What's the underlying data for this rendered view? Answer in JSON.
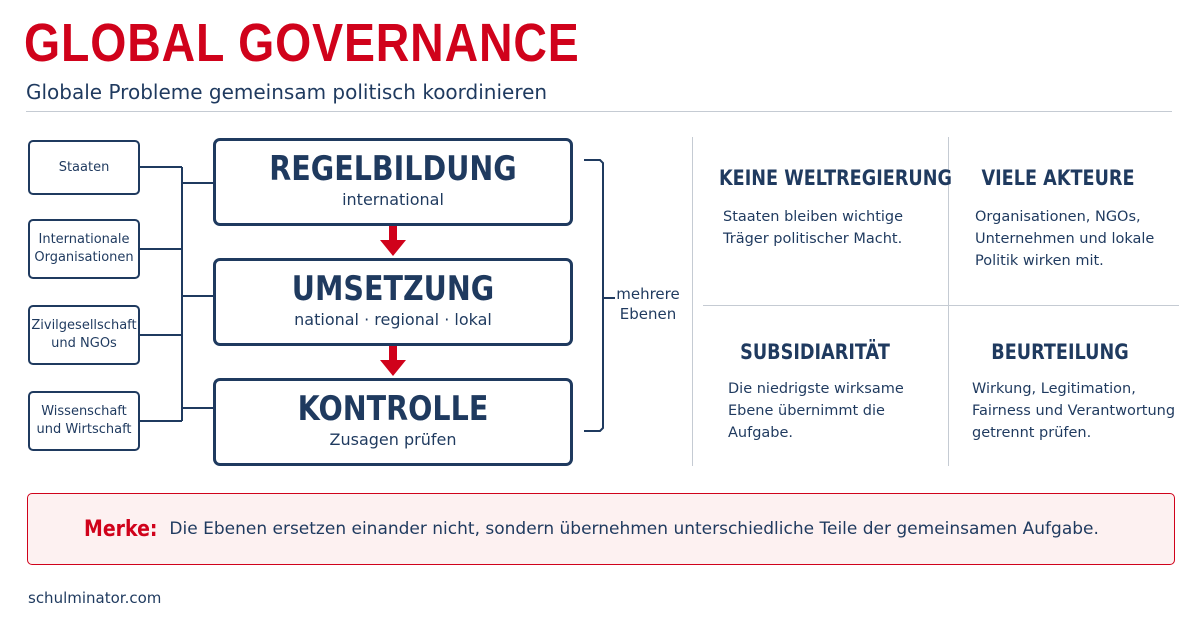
{
  "header": {
    "title": "GLOBAL GOVERNANCE",
    "subtitle": "Globale Probleme gemeinsam politisch koordinieren"
  },
  "actors": [
    {
      "label": "Staaten"
    },
    {
      "label": "Internationale Organisationen"
    },
    {
      "label": "Zivilgesellschaft und NGOs"
    },
    {
      "label": "Wissenschaft und Wirtschaft"
    }
  ],
  "stages": [
    {
      "title": "REGELBILDUNG",
      "subtitle": "international"
    },
    {
      "title": "UMSETZUNG",
      "subtitle": "national · regional · lokal"
    },
    {
      "title": "KONTROLLE",
      "subtitle": "Zusagen prüfen"
    }
  ],
  "levels_label": "mehrere Ebenen",
  "cards": [
    {
      "title": "KEINE WELTREGIERUNG",
      "text": "Staaten bleiben wichtige Träger politischer Macht."
    },
    {
      "title": "VIELE AKTEURE",
      "text": "Organisationen, NGOs, Unternehmen und lokale Politik wirken mit."
    },
    {
      "title": "SUBSIDIARITÄT",
      "text": "Die niedrigste wirksame Ebene übernimmt die Aufgabe."
    },
    {
      "title": "BEURTEILUNG",
      "text": "Wirkung, Legitimation, Fairness und Verantwortung getrennt prüfen."
    }
  ],
  "note": {
    "label": "Merke:",
    "text": "Die Ebenen ersetzen einander nicht, sondern übernehmen unterschiedliche Teile der gemeinsamen Aufgabe."
  },
  "footer": {
    "source": "schulminator.com"
  },
  "colors": {
    "accent": "#d0021b",
    "navy": "#1f3a5f",
    "note_bg": "#fdf1f1"
  }
}
